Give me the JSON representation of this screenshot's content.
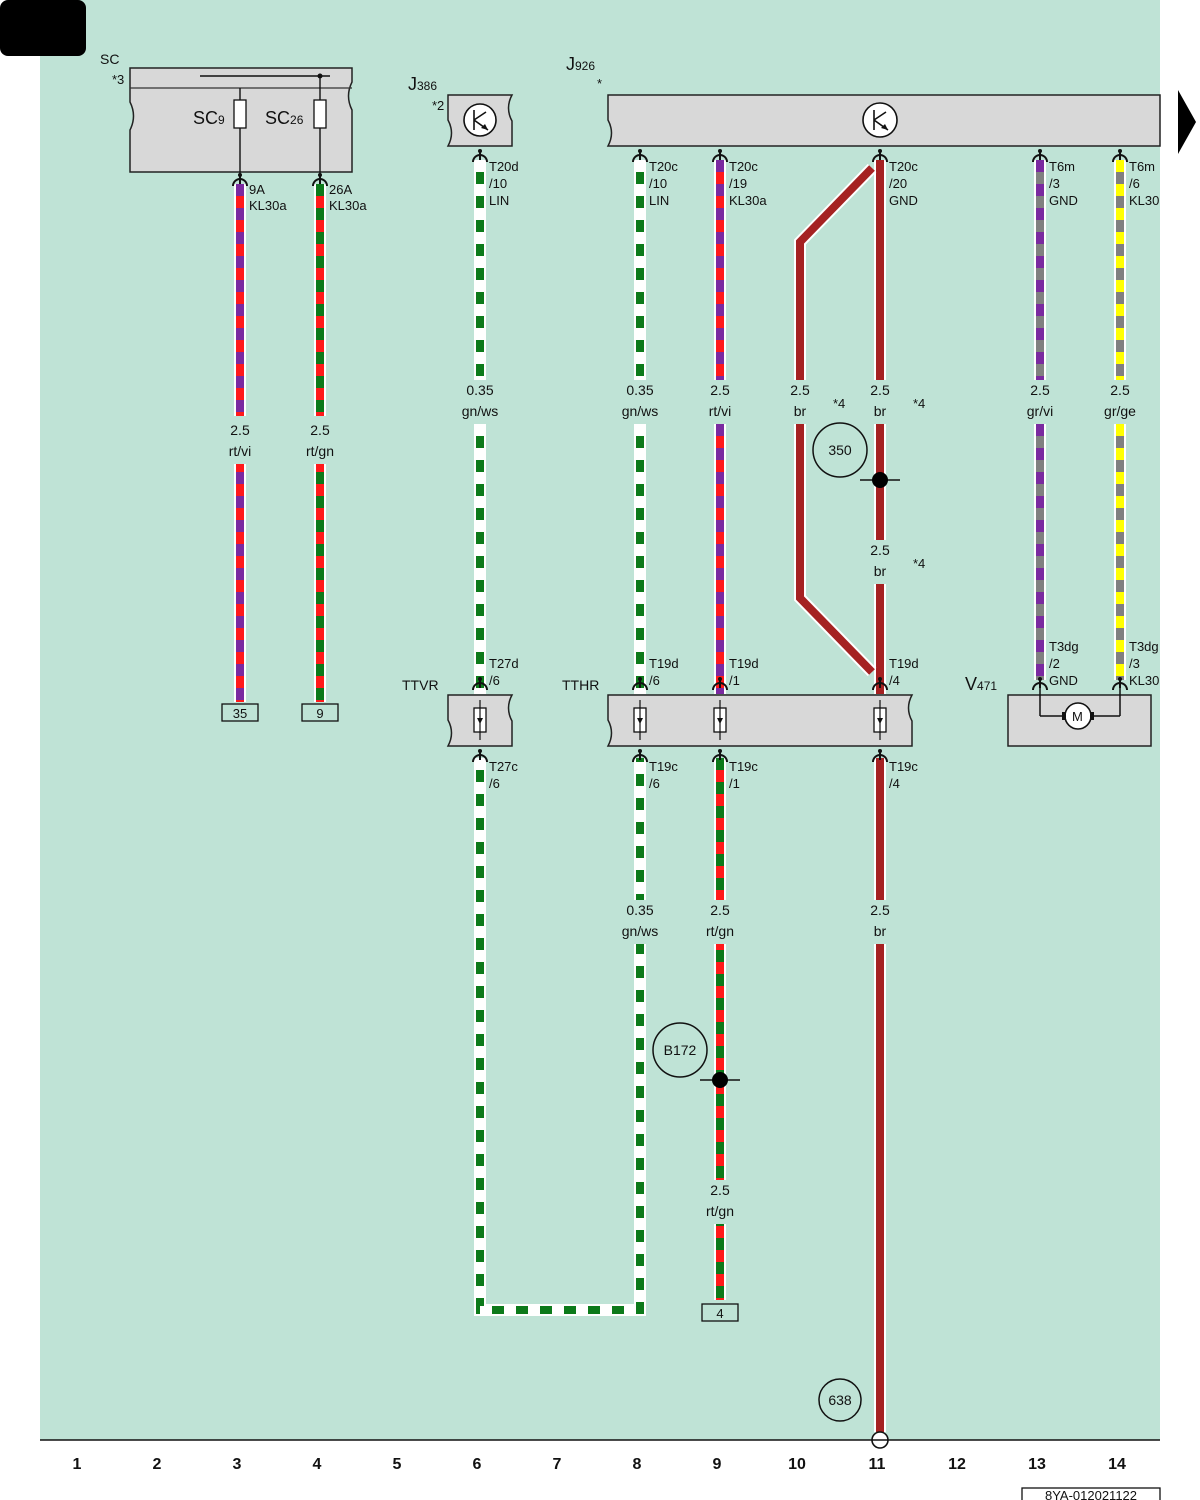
{
  "diagram": {
    "page_code": "8YA-012021122",
    "column_numbers": [
      "1",
      "2",
      "3",
      "4",
      "5",
      "6",
      "7",
      "8",
      "9",
      "10",
      "11",
      "12",
      "13",
      "14"
    ],
    "components": {
      "sc": {
        "label": "SC",
        "note": "*3",
        "fuse1_main": "SC",
        "fuse1_sub": "9",
        "fuse2_main": "SC",
        "fuse2_sub": "26"
      },
      "j386": {
        "main": "J",
        "sub": "386",
        "note": "*2"
      },
      "j926": {
        "main": "J",
        "sub": "926",
        "note": "*"
      },
      "ttvr": {
        "label": "TTVR"
      },
      "tthr": {
        "label": "TTHR"
      },
      "v471": {
        "main": "V",
        "sub": "471",
        "motor": "M"
      }
    },
    "pins": {
      "sc9": [
        "9A",
        "KL30a"
      ],
      "sc26": [
        "26A",
        "KL30a"
      ],
      "t20d10": [
        "T20d",
        "/10",
        "LIN"
      ],
      "t20c10": [
        "T20c",
        "/10",
        "LIN"
      ],
      "t20c19": [
        "T20c",
        "/19",
        "KL30a"
      ],
      "t20c20": [
        "T20c",
        "/20",
        "GND"
      ],
      "t6m3": [
        "T6m",
        "/3",
        "GND"
      ],
      "t6m6": [
        "T6m",
        "/6",
        "KL30"
      ],
      "t27d6": [
        "T27d",
        "/6"
      ],
      "t19d6": [
        "T19d",
        "/6"
      ],
      "t19d1": [
        "T19d",
        "/1"
      ],
      "t19d4": [
        "T19d",
        "/4"
      ],
      "t3dg2": [
        "T3dg",
        "/2",
        "GND"
      ],
      "t3dg3": [
        "T3dg",
        "/3",
        "KL30"
      ],
      "t27c6": [
        "T27c",
        "/6"
      ],
      "t19c6": [
        "T19c",
        "/6"
      ],
      "t19c1": [
        "T19c",
        "/1"
      ],
      "t19c4": [
        "T19c",
        "/4"
      ]
    },
    "wires": {
      "w3": {
        "size": "2.5",
        "color": "rt/vi"
      },
      "w4": {
        "size": "2.5",
        "color": "rt/gn"
      },
      "w6": {
        "size": "0.35",
        "color": "gn/ws"
      },
      "w8": {
        "size": "0.35",
        "color": "gn/ws"
      },
      "w9": {
        "size": "2.5",
        "color": "rt/vi"
      },
      "w10": {
        "size": "2.5",
        "color": "br"
      },
      "w11": {
        "size": "2.5",
        "color": "br"
      },
      "w11b": {
        "size": "2.5",
        "color": "br"
      },
      "w13": {
        "size": "2.5",
        "color": "gr/vi"
      },
      "w14": {
        "size": "2.5",
        "color": "gr/ge"
      },
      "w8low": {
        "size": "0.35",
        "color": "gn/ws"
      },
      "w9low": {
        "size": "2.5",
        "color": "rt/gn"
      },
      "w9low2": {
        "size": "2.5",
        "color": "rt/gn"
      },
      "w11low": {
        "size": "2.5",
        "color": "br"
      }
    },
    "notes": {
      "n4a": "*4",
      "n4b": "*4",
      "n4c": "*4"
    },
    "splices": {
      "s350": "350",
      "b172": "B172",
      "s638": "638"
    },
    "refs": {
      "r35": "35",
      "r9": "9",
      "r4": "4"
    }
  },
  "colors": {
    "background": "#bfe3d6",
    "red": "#ff1a1a",
    "violet": "#7a2aa0",
    "green": "#0c7a1a",
    "white": "#ffffff",
    "brown": "#a52222",
    "grey": "#808080",
    "yellow": "#ffff00"
  }
}
